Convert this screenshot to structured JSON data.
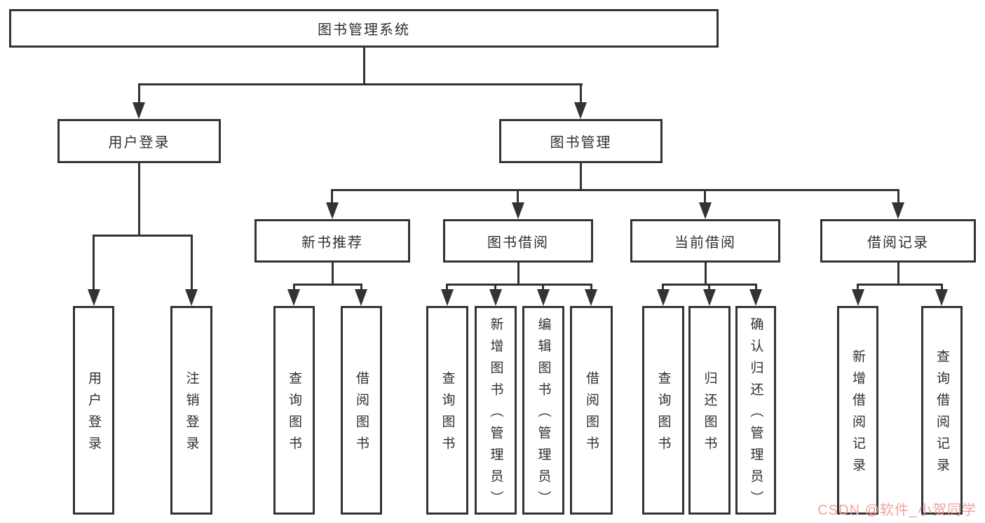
{
  "diagram_type": "hierarchy-tree",
  "tree": {
    "root": {
      "label": "图书管理系统",
      "children": [
        {
          "label": "用户登录",
          "children": [
            {
              "label": "用户登录"
            },
            {
              "label": "注销登录"
            }
          ]
        },
        {
          "label": "图书管理",
          "children": [
            {
              "label": "新书推荐",
              "children": [
                {
                  "label": "查询图书"
                },
                {
                  "label": "借阅图书"
                }
              ]
            },
            {
              "label": "图书借阅",
              "children": [
                {
                  "label": "查询图书"
                },
                {
                  "label": "新增图书（管理员）"
                },
                {
                  "label": "编辑图书（管理员）"
                },
                {
                  "label": "借阅图书"
                }
              ]
            },
            {
              "label": "当前借阅",
              "children": [
                {
                  "label": "查询图书"
                },
                {
                  "label": "归还图书"
                },
                {
                  "label": "确认归还（管理员）"
                }
              ]
            },
            {
              "label": "借阅记录",
              "children": [
                {
                  "label": "新增借阅记录"
                },
                {
                  "label": "查询借阅记录"
                }
              ]
            }
          ]
        }
      ]
    }
  },
  "watermark": {
    "text": "CSDN @软件_小贺同学"
  },
  "colors": {
    "line": "#333333",
    "text": "#2f2f2f",
    "box_bg": "#ffffff",
    "watermark_color": "#f0a2a2"
  }
}
